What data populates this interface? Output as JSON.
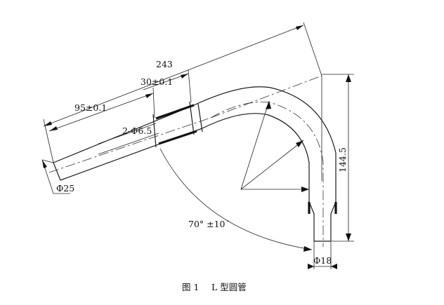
{
  "diagram": {
    "dimensions": {
      "overall_length": "243",
      "straight_length": "95±0.1",
      "groove_length": "30±0.1",
      "holes": "2-Φ6.5",
      "height": "144.5",
      "bend_angle": "70°  ±10´",
      "diameter_large": "Φ25",
      "diameter_small": "Φ18"
    },
    "caption": {
      "figure_number": "图 1",
      "title": "L 型圆管"
    }
  }
}
